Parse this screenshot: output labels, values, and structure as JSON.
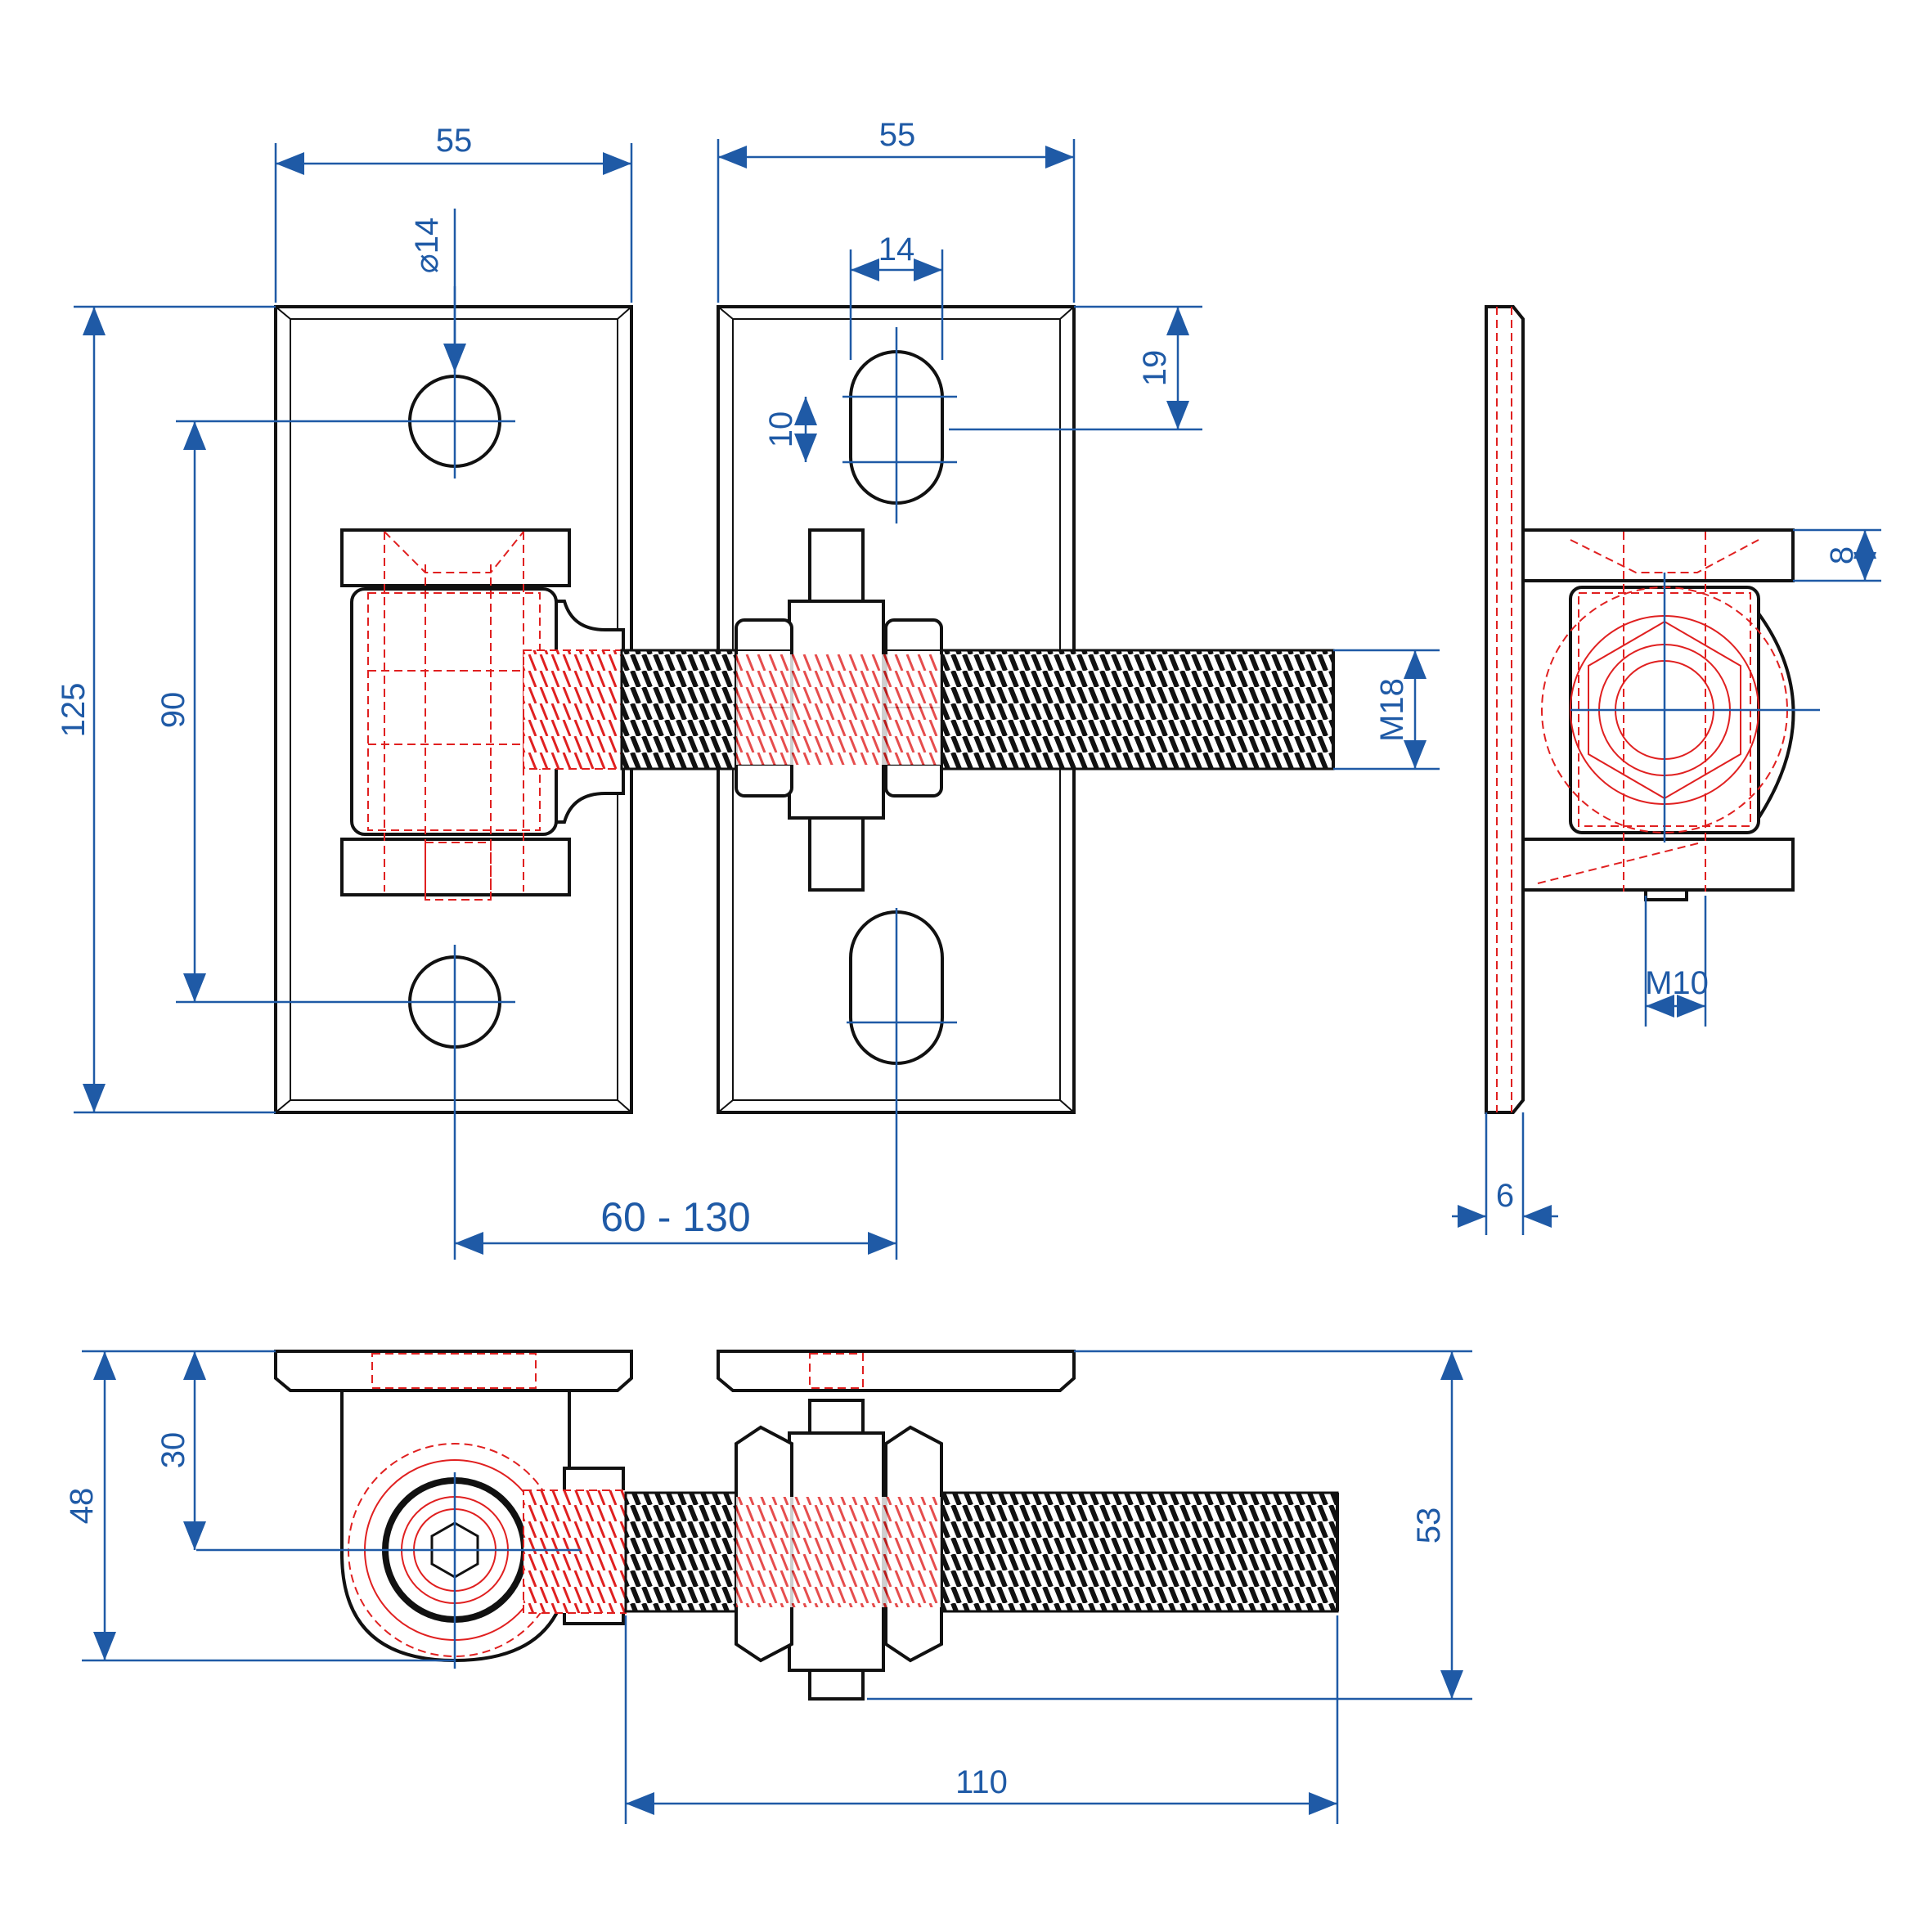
{
  "drawing": {
    "dimensions": {
      "plate_width_left": "55",
      "plate_width_right": "55",
      "hole_diameter": "⌀14",
      "slot_width": "14",
      "slot_offset": "19",
      "slot_height": "10",
      "plate_height": "125",
      "hole_spacing": "90",
      "thread_size": "M18",
      "top_plate_thickness": "8",
      "screw_size": "M10",
      "plate_thickness": "6",
      "adjust_range": "60 - 130",
      "depth_48": "48",
      "offset_30": "30",
      "depth_53": "53",
      "bolt_length": "110"
    },
    "colors": {
      "outline": "#111111",
      "hidden_lines": "#e02020",
      "dimensions": "#1f5aa6"
    }
  }
}
